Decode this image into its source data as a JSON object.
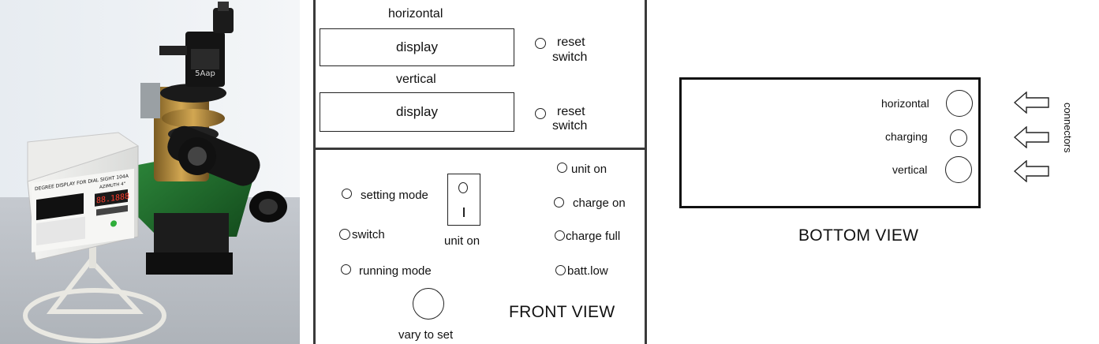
{
  "front_view": {
    "title": "FRONT VIEW",
    "horizontal_label": "horizontal",
    "vertical_label": "vertical",
    "display_label": "display",
    "reset_switch_top": "reset",
    "reset_switch_bottom": "switch",
    "setting_mode": "setting mode",
    "switch": "switch",
    "running_mode": "running mode",
    "unit_on": "unit on",
    "vary_to_set": "vary to set",
    "indicators": {
      "unit_on": "unit on",
      "charge_on": "charge on",
      "charge_full": "charge full",
      "batt_low": "batt.low"
    }
  },
  "bottom_view": {
    "title": "BOTTOM VIEW",
    "horizontal": "horizontal",
    "charging": "charging",
    "vertical": "vertical",
    "connectors": "connectors"
  },
  "photo": {
    "panel_title": "DEGREE DISPLAY FOR DIAL SIGHT 104A",
    "sub_title": "AZIMUTH  4\"",
    "readout": "88.1888",
    "brand": "5Aap"
  },
  "colors": {
    "line": "#222222",
    "instrument_green": "#1f6b2c",
    "brass": "#b48a3a",
    "readout_red": "#ff3b2b"
  }
}
